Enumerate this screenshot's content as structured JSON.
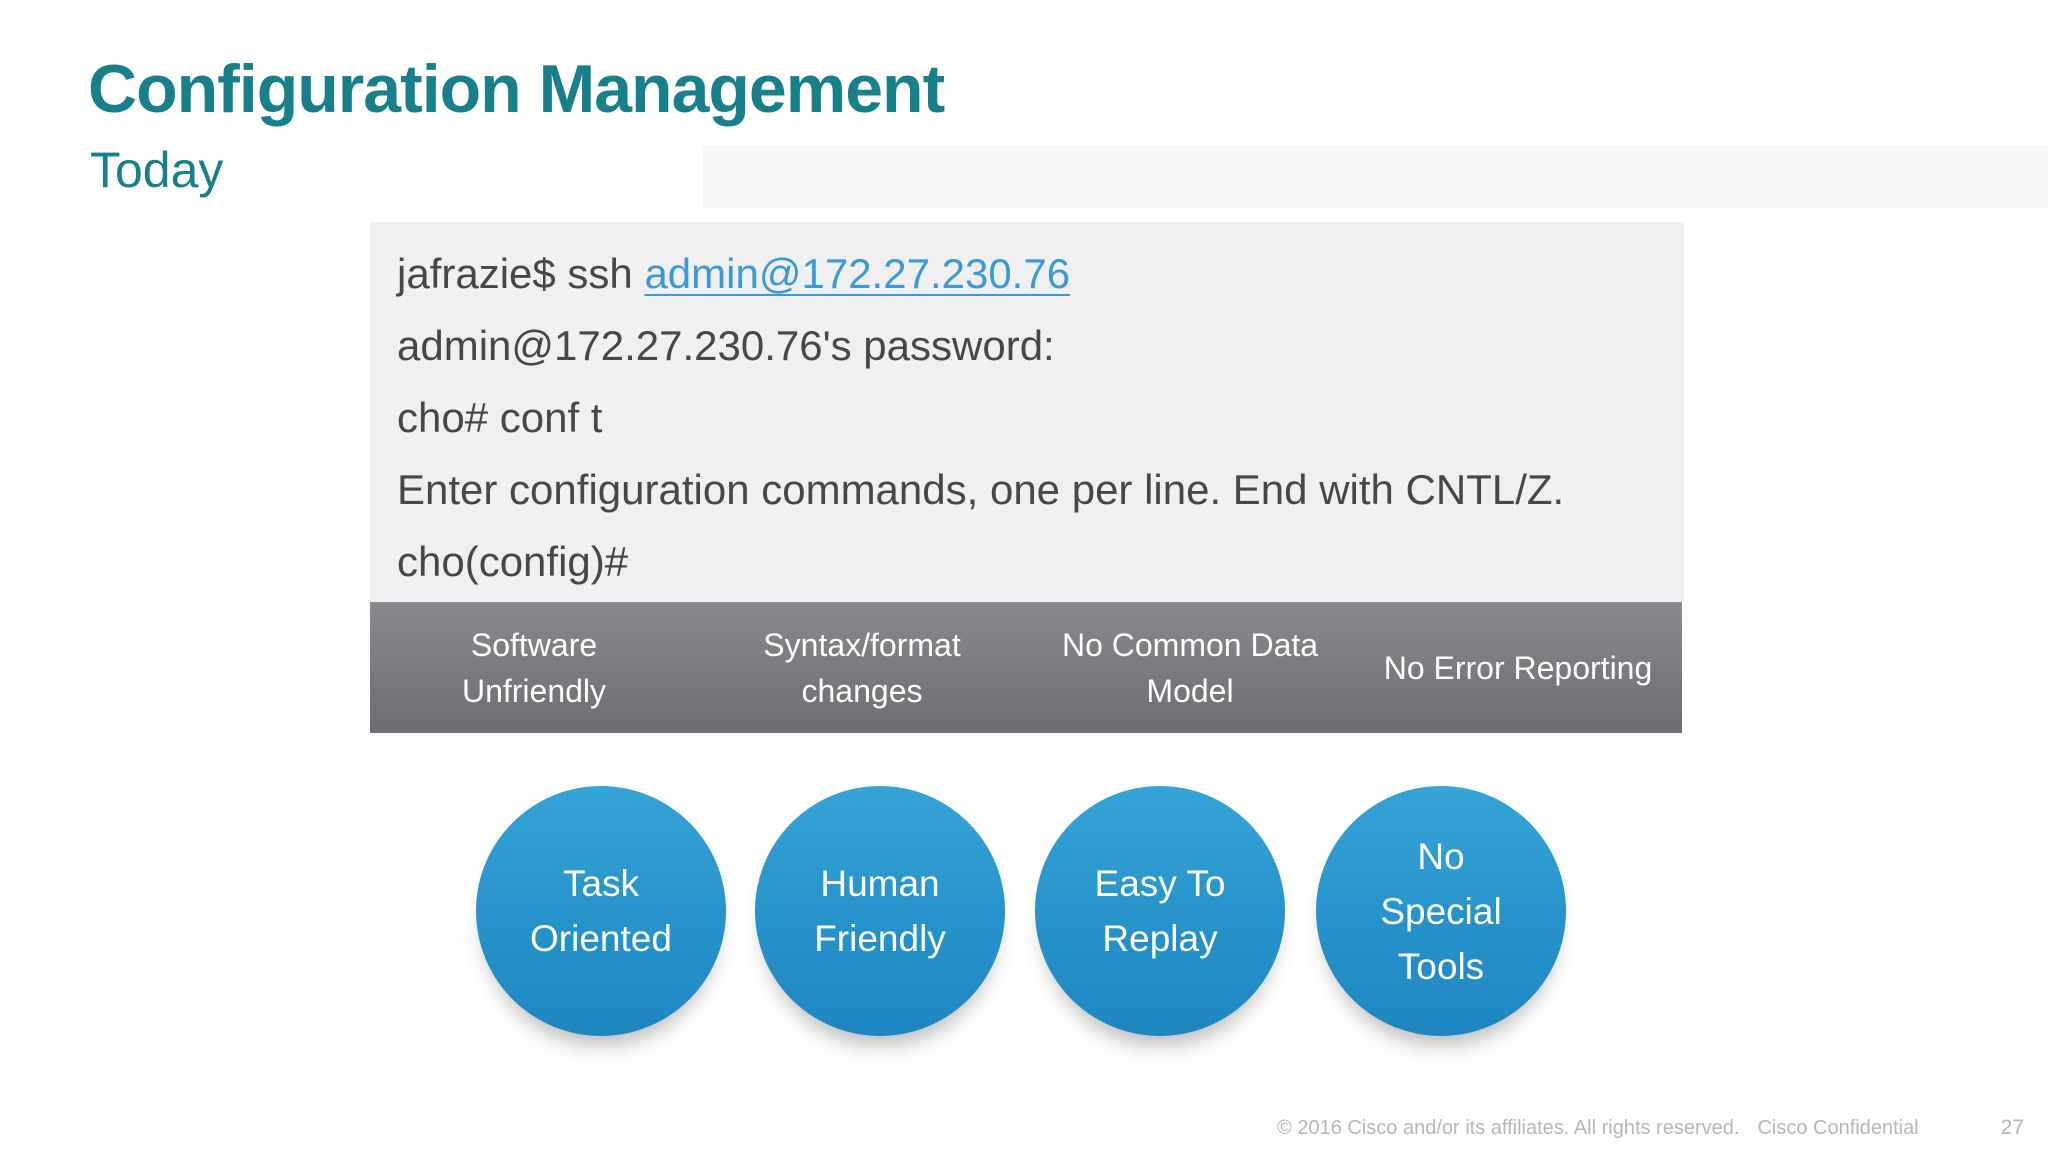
{
  "colors": {
    "accent_teal": "#17808b",
    "link_blue": "#3a9ad6",
    "terminal_bg": "#f0eff1",
    "terminal_text": "#47474a",
    "bar_gray_top": "#8a898d",
    "bar_gray_bottom": "#6f6e72",
    "circle_blue_top": "#36a4d6",
    "circle_blue_bottom": "#1f85c0",
    "footer_gray": "#b7b7b9"
  },
  "header": {
    "title": "Configuration Management",
    "subtitle": "Today"
  },
  "terminal": {
    "line1_prefix": "jafrazie$ ssh ",
    "line1_link": "admin@172.27.230.76",
    "line2": "admin@172.27.230.76's password:",
    "line3": "cho# conf t",
    "line4": "Enter configuration commands, one per line. End with CNTL/Z.",
    "line5": "cho(config)#"
  },
  "issues_bar": {
    "items": [
      "Software\nUnfriendly",
      "Syntax/format\nchanges",
      "No Common Data\nModel",
      "No Error Reporting"
    ]
  },
  "benefits": {
    "circles": [
      "Task\nOriented",
      "Human\nFriendly",
      "Easy To\nReplay",
      "No\nSpecial\nTools"
    ]
  },
  "footer": {
    "copyright": "© 2016  Cisco and/or its affiliates. All rights reserved.",
    "confidential": "Cisco Confidential",
    "page_number": "27"
  }
}
